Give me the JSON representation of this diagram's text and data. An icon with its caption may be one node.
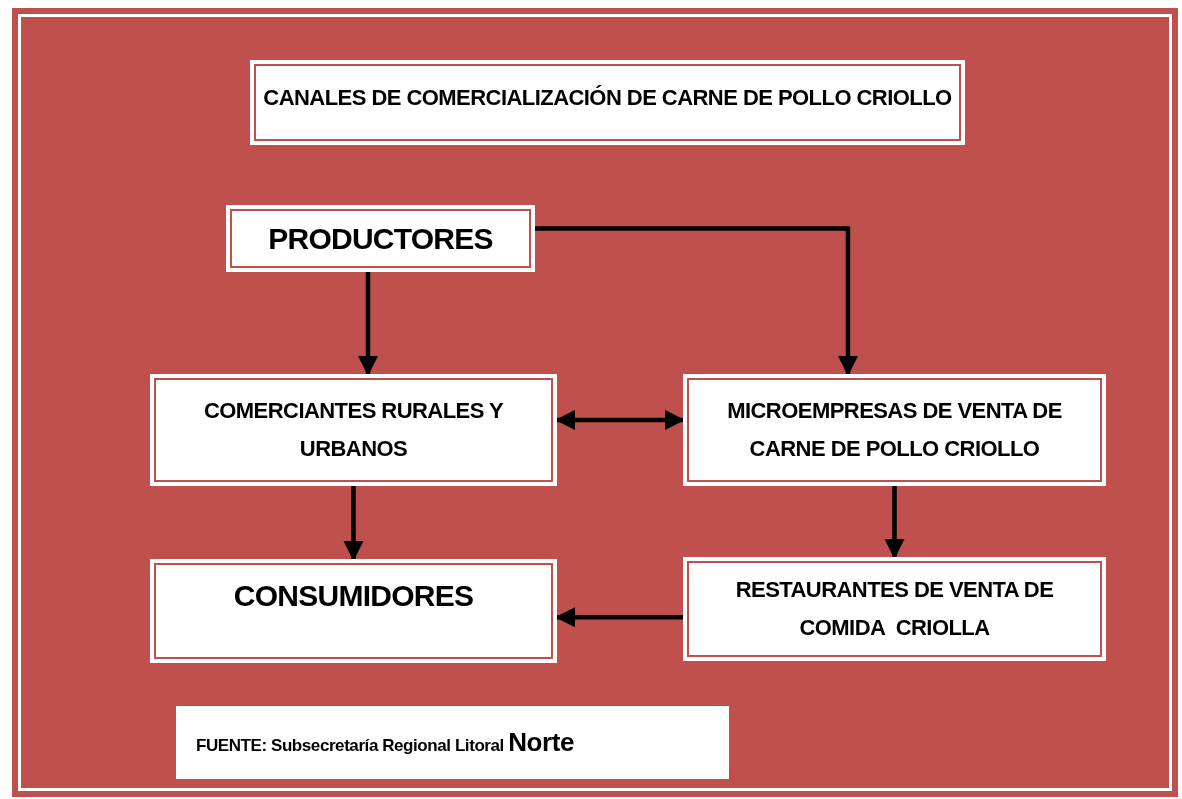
{
  "diagram": {
    "title": "CANALES DE COMERCIALIZACIÓN DE CARNE DE POLLO CRIOLLO",
    "caption": "FUENTE: Subsecretaría Regional Litoral **Norte**",
    "nodes": [
      {
        "text": [
          "PRODUCTORES"
        ]
      },
      {
        "text": [
          "COMERCIANTES RURALES Y URBANOS"
        ]
      },
      {
        "text": [
          "MICROEMPRESAS DE VENTA DE CARNE DE POLLO CRIOLLO"
        ]
      },
      {
        "text": [
          "CONSUMIDORES"
        ]
      },
      {
        "text": [
          "RESTAURANTES DE VENTA DE COMIDA  CRIOLLA"
        ]
      }
    ],
    "edges": [
      {
        "from": 0,
        "to": 1,
        "arrow": "to"
      },
      {
        "from": 0,
        "to": 2,
        "arrow": "to"
      },
      {
        "from": 1,
        "to": 2,
        "arrow": "both"
      },
      {
        "from": 1,
        "to": 3,
        "arrow": "to"
      },
      {
        "from": 2,
        "to": 4,
        "arrow": "to"
      },
      {
        "from": 4,
        "to": 3,
        "arrow": "to"
      }
    ]
  }
}
